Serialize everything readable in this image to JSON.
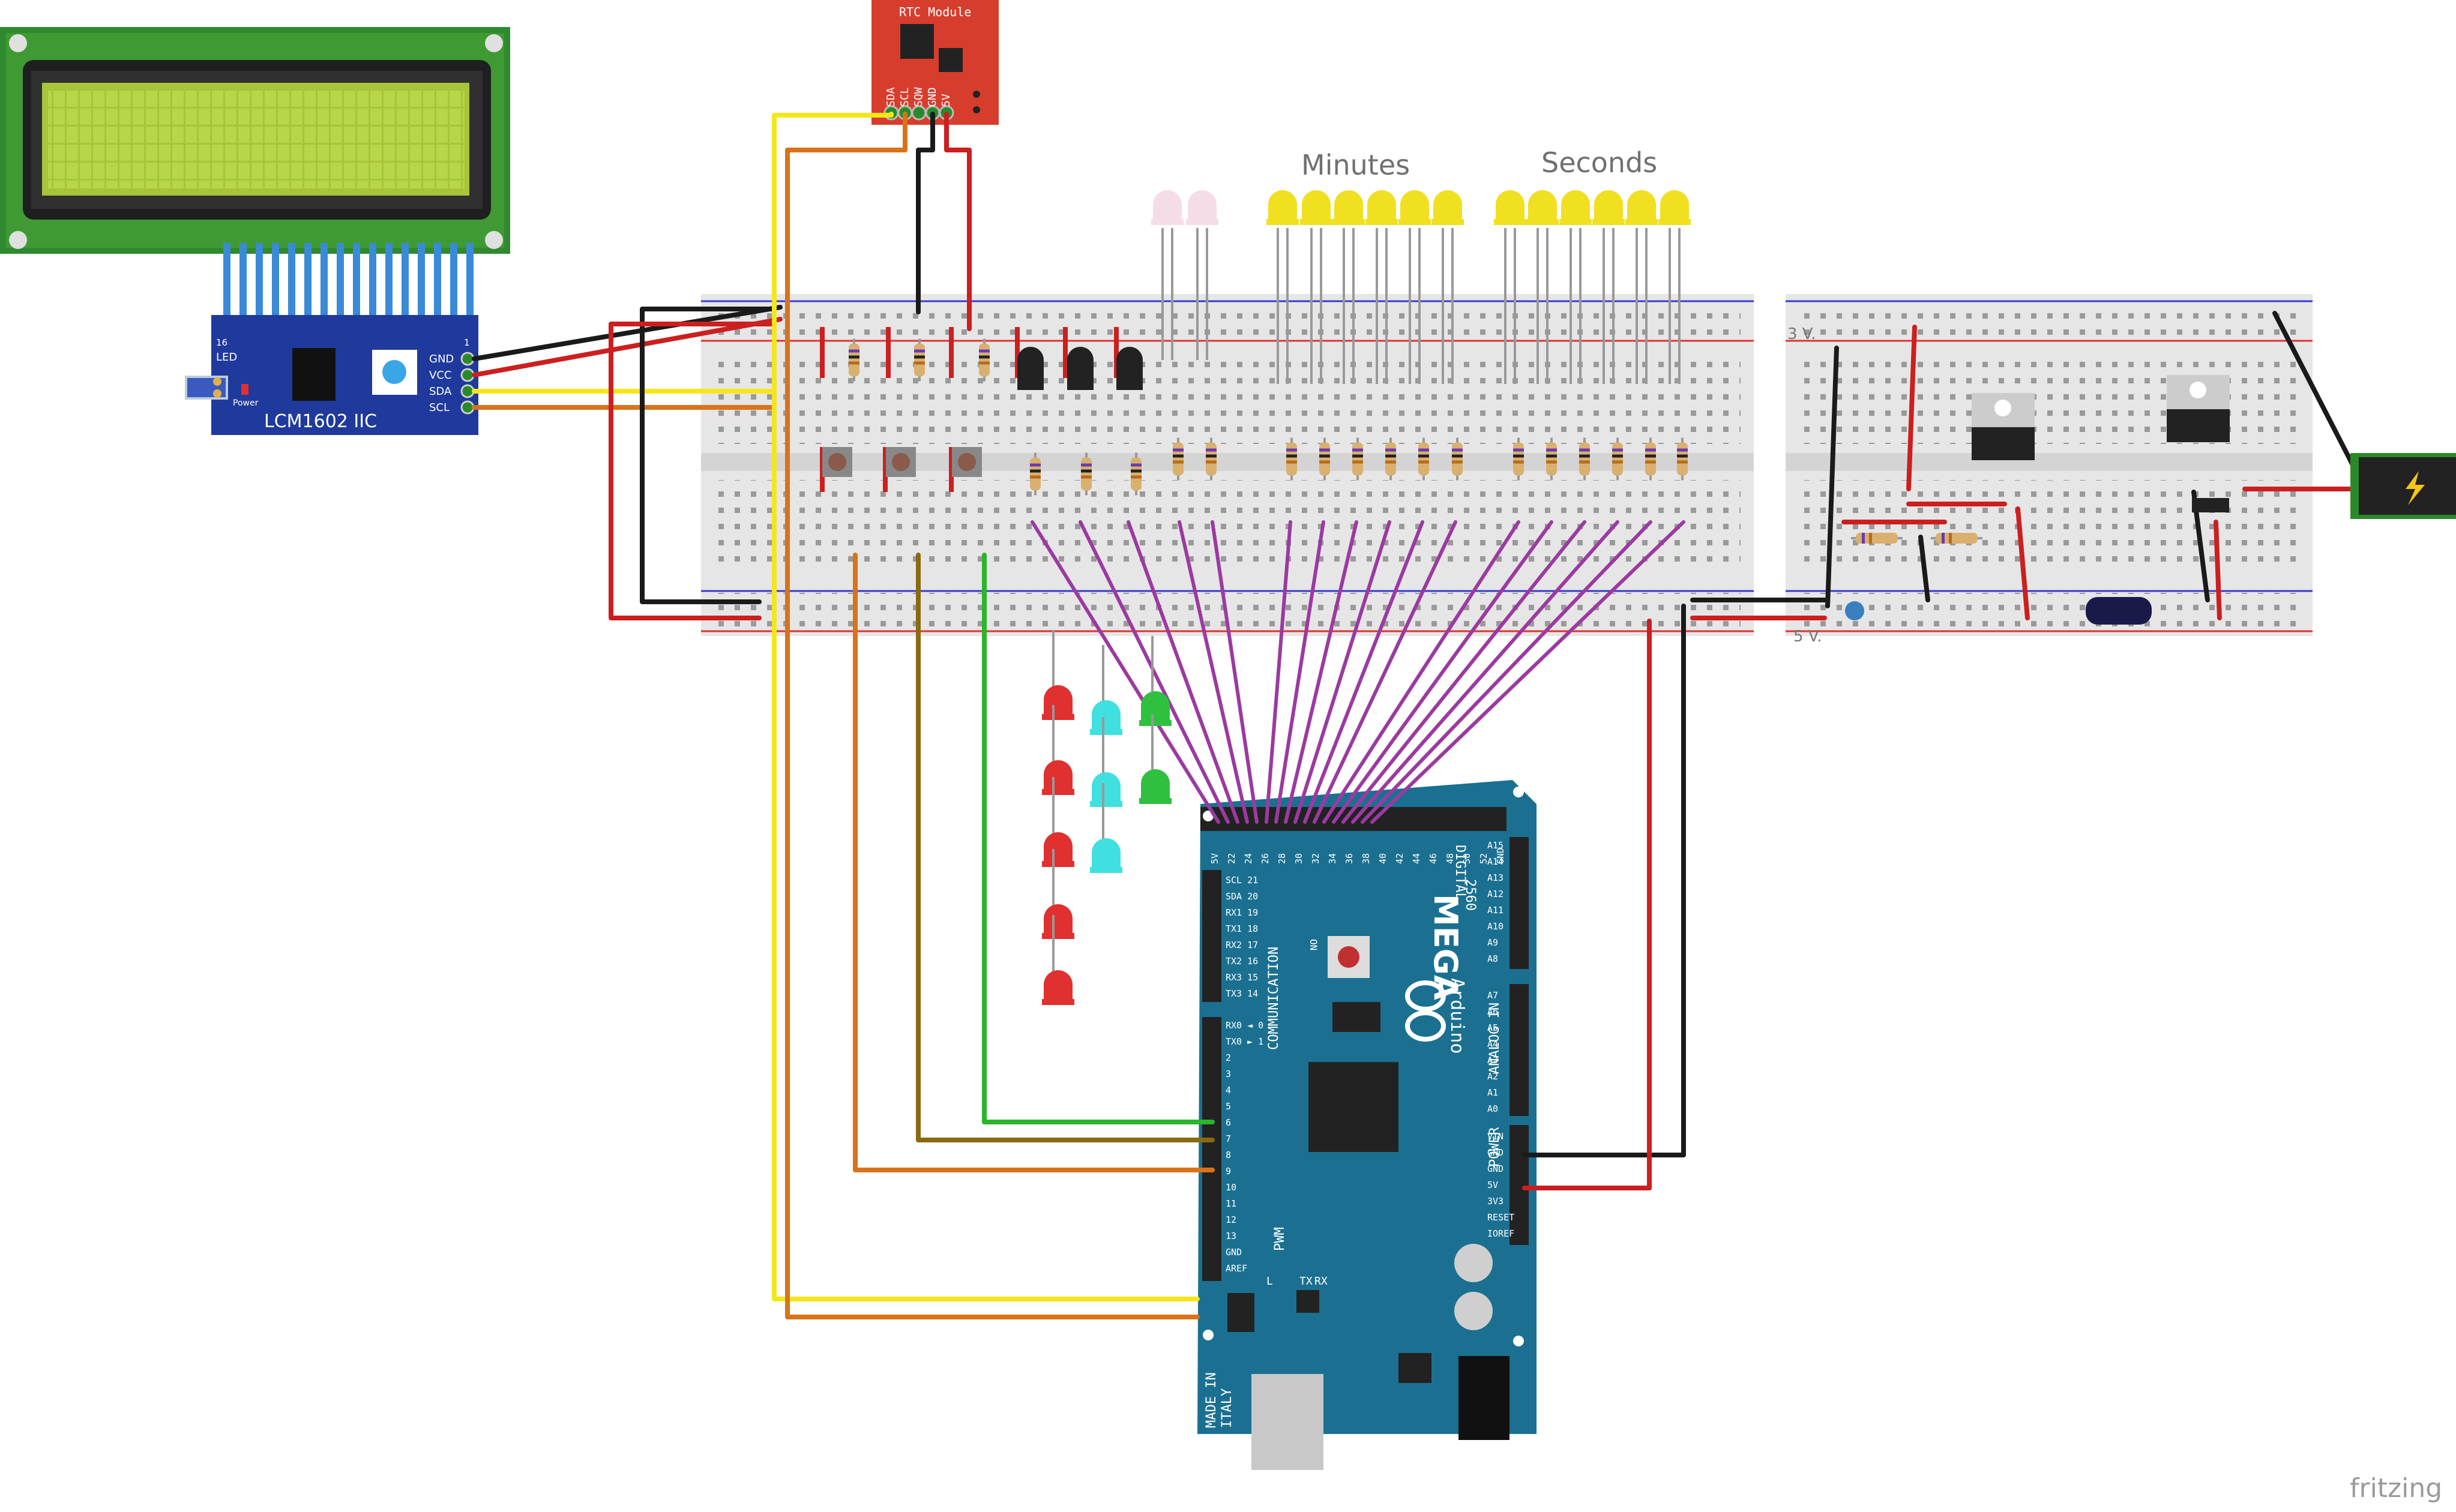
{
  "labels": {
    "minutes": "Minutes",
    "seconds": "Seconds",
    "rail_3v": "3 V.",
    "rail_5v": "5 V.",
    "watermark": "fritzing"
  },
  "lcd_module": {
    "name": "LCM1602 IIC",
    "pins": [
      "GND",
      "VCC",
      "SDA",
      "SCL"
    ],
    "led_label": "LED",
    "power_label": "Power",
    "pin16": "16",
    "pin1": "1"
  },
  "rtc_module": {
    "title": "RTC Module",
    "pins": [
      "SDA",
      "SCL",
      "SQW",
      "GND",
      "5V"
    ]
  },
  "arduino": {
    "brand": "Arduino",
    "model": "MEGA",
    "model_num": "2560",
    "digital": "DIGITAL",
    "communication": "COMMUNICATION",
    "analog_in": "ANALOG IN",
    "power": "POWER",
    "pwm": "PWM",
    "made_in": "MADE IN",
    "italy": "ITALY",
    "tx": "TX",
    "rx": "RX",
    "l": "L",
    "on": "ON",
    "comm_pins": [
      "SCL 21",
      "SDA 20",
      "RX1 19",
      "TX1 18",
      "RX2 17",
      "TX2 16",
      "RX3 15",
      "TX3 14"
    ],
    "pwm_pins": [
      "RX0 ◄ 0",
      "TX0 ► 1",
      "2",
      "3",
      "4",
      "5",
      "6",
      "7",
      "8",
      "9",
      "10",
      "11",
      "12",
      "13",
      "GND",
      "AREF"
    ],
    "analog_pins": [
      "A15",
      "A14",
      "A13",
      "A12",
      "A11",
      "A10",
      "A9",
      "A8",
      "A7",
      "A6",
      "A5",
      "A4",
      "A3",
      "A2",
      "A1",
      "A0"
    ],
    "power_pins": [
      "VIN",
      "GND",
      "GND",
      "5V",
      "3V3",
      "RESET",
      "IOREF"
    ],
    "top_pins": [
      "5V",
      "22",
      "24",
      "26",
      "28",
      "30",
      "32",
      "34",
      "36",
      "38",
      "40",
      "42",
      "44",
      "46",
      "48",
      "50",
      "52",
      "GND"
    ]
  },
  "colors": {
    "wire_black": "#1a1a1a",
    "wire_red": "#cc1f1f",
    "wire_yellow": "#f5e61a",
    "wire_orange": "#d9731a",
    "wire_purple": "#9b3aa0",
    "wire_green": "#2ab52a",
    "wire_olive": "#8a6a10",
    "board_teal": "#1b6f8e",
    "lcd_green": "#3a8a2a",
    "lcd_screen": "#a9c93a",
    "breadboard": "#e8e8e8",
    "rtc_red": "#d33a2a",
    "i2c_blue": "#1f3fa0",
    "led_yellow": "#f0e020",
    "led_red": "#e03030",
    "led_cyan": "#40e0e0",
    "led_green": "#30c040",
    "led_white": "#f5dde8"
  },
  "icons": [
    "lightning-icon",
    "arduino-infinity-logo"
  ]
}
